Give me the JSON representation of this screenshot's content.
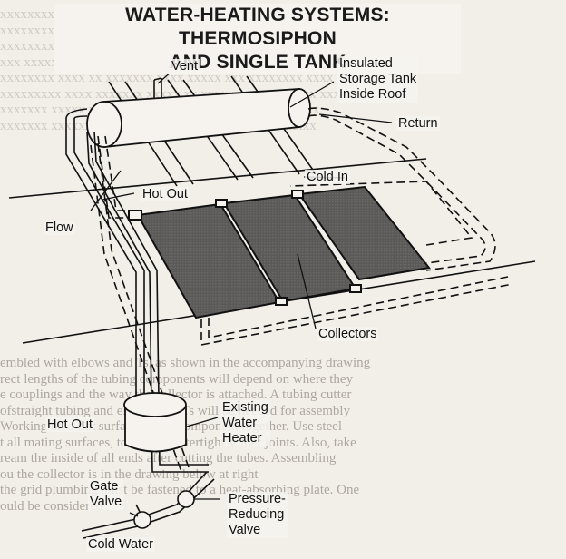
{
  "title_line1": "WATER-HEATING SYSTEMS: THERMOSIPHON",
  "title_line2": "AND SINGLE TANK",
  "labels": {
    "vent": "Vent",
    "storage_tank_1": "Insulated",
    "storage_tank_2": "Storage Tank",
    "storage_tank_3": "Inside Roof",
    "return": "Return",
    "cold_in": "Cold In",
    "hot_out_top": "Hot Out",
    "flow": "Flow",
    "collectors": "Collectors",
    "hot_out_bottom": "Hot Out",
    "water_heater_1": "Existing",
    "water_heater_2": "Water",
    "water_heater_3": "Heater",
    "gate_valve_1": "Gate",
    "gate_valve_2": "Valve",
    "prv_1": "Pressure-",
    "prv_2": "Reducing",
    "prv_3": "Valve",
    "cold_water": "Cold Water"
  },
  "bottom_text": [
    "embled with elbows and Ts, as shown in the accompanying drawing",
    "rect lengths of the tubing components will depend on where they",
    "e couplings and the way the collector is attached. A tubing cutter",
    "ofstraight tubing and elbows and Ts will be needed for assembly",
    "Working on a flat surface, at the component together. Use steel",
    "t all mating surfaces, to ensure watertight solder joints. Also, take",
    "ream the inside of all ends after cutting the tubes. Assembling",
    "ou the collector is in the drawing below at right",
    "the grid plumbing must be fastened to a heat-absorbing plate. One",
    "ould be considered"
  ],
  "top_text": [
    "xxxxxxxx xxxx xxxxxxx xxxxx xxxxx xxxx xxxxxxx xxxx",
    "xxxxxxxxx xxx xxxxxxx xxxxxxxxx xxxx xxxxxxx xx xxxxx xxxx",
    "xxxxxxxx xxxx xxxxxxx xxxxxxx xxx xxxxx xxxxxxx xxxxx",
    "xxx xxxxx xx xxxxxxxx xxxxx xx xxxx xxxxx xxx xxxxxx",
    "xxxxxxxx xxxx xx xxxxxxx xxxx xxxxx xxx xxxxxxxx xxxx",
    "xxxxxxxxx xxxx xxxxxxx xxxxx xx xxxxxxx xxxx xxxxx xxx",
    "xxxxxxx xxxxx xxxx xxxx xxxxxx xx xxxx xxxxxxxx xxx",
    "xxxxxxx xxxxxx xxxxxxxx xx xxxxxxx xxxx xxx xxxxxx"
  ]
}
